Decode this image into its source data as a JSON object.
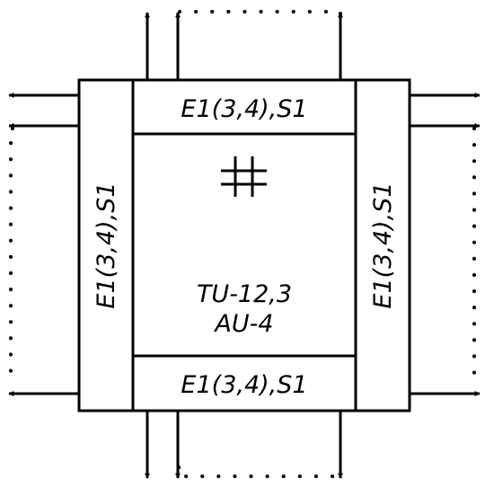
{
  "diagram": {
    "stroke_color": "#000000",
    "background": "#ffffff",
    "ports": {
      "top": "E1(3,4),S1",
      "bottom": "E1(3,4),S1",
      "left": "E1(3,4),S1",
      "right": "E1(3,4),S1"
    },
    "center": {
      "line1": "TU-12,3",
      "line2": "AU-4"
    },
    "center_icon": "cross-connect-grid-icon"
  }
}
